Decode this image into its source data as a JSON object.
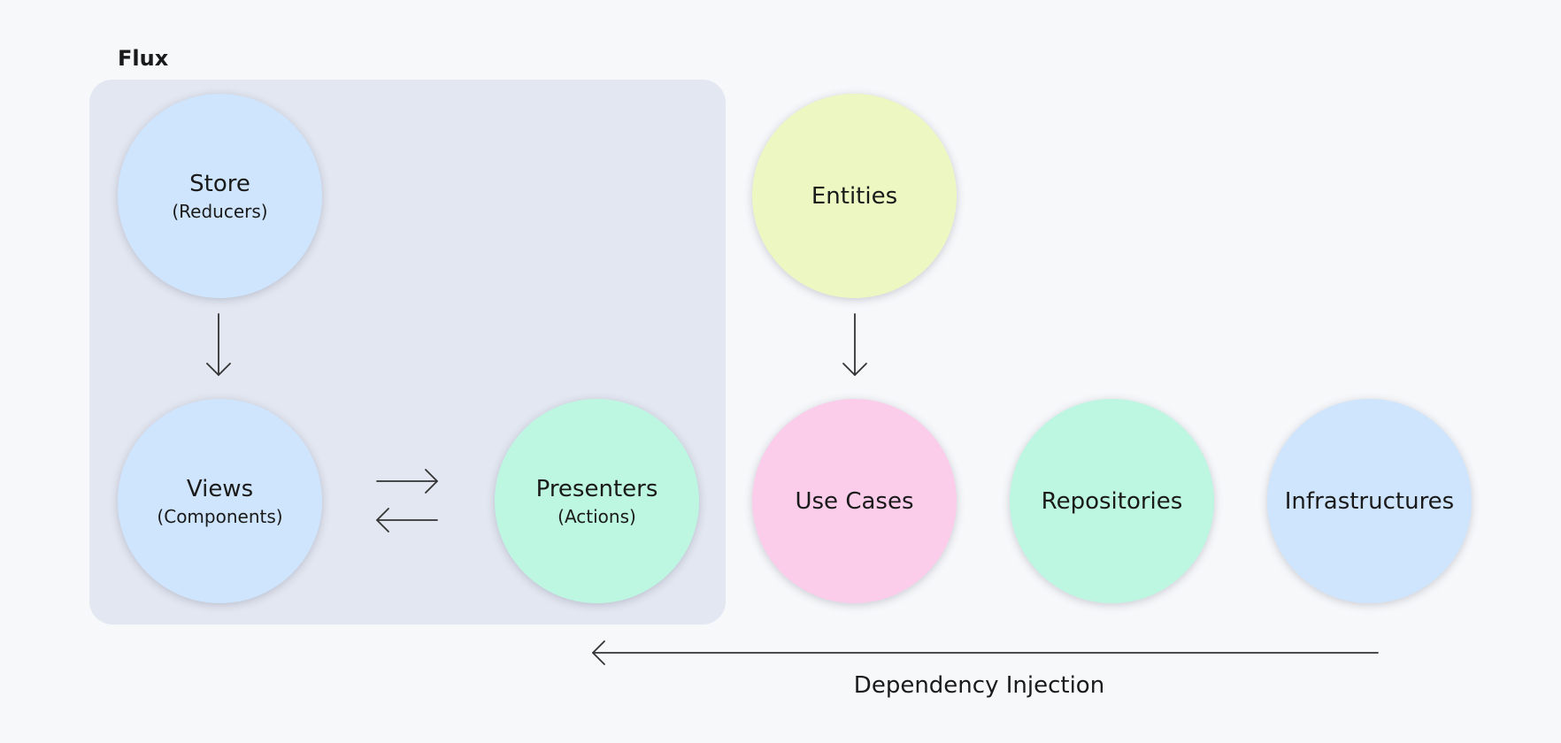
{
  "group": {
    "label": "Flux"
  },
  "colors": {
    "blue": "#cfe5fd",
    "yellow": "#edf7c1",
    "pink": "#fbcdea",
    "green": "#bdf7e1",
    "group_bg": "#e3e7f1",
    "arrow": "#333333"
  },
  "nodes": {
    "store": {
      "title": "Store",
      "subtitle": "(Reducers)"
    },
    "views": {
      "title": "Views",
      "subtitle": "(Components)"
    },
    "presenters": {
      "title": "Presenters",
      "subtitle": "(Actions)"
    },
    "entities": {
      "title": "Entities"
    },
    "use_cases": {
      "title": "Use Cases"
    },
    "repositories": {
      "title": "Repositories"
    },
    "infrastructures": {
      "title": "Infrastructures"
    }
  },
  "edges": {
    "dependency_injection_label": "Dependency Injection"
  }
}
